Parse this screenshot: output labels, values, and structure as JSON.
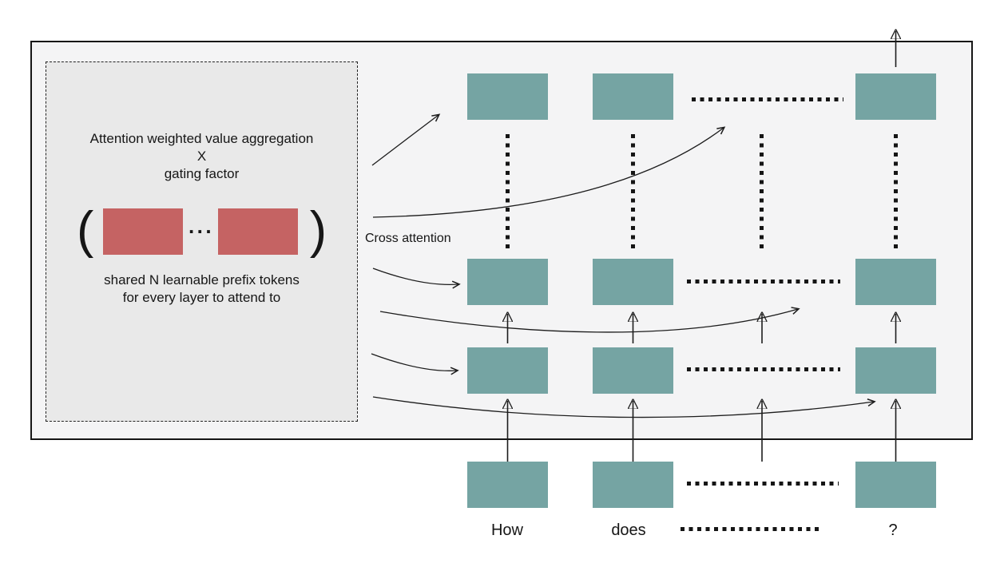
{
  "figure": {
    "panel": {
      "heading": {
        "line1": "Attention weighted value aggregation",
        "line2": "X",
        "line3": "gating factor"
      },
      "token_group": {
        "open_paren": "(",
        "ellipsis": "···",
        "close_paren": ")"
      },
      "caption": {
        "line1": "shared N learnable prefix tokens",
        "line2": "for every layer to attend to"
      }
    },
    "labels": {
      "cross_attention": "Cross attention"
    },
    "input_tokens": {
      "first": "How",
      "second": "does",
      "last": "?"
    },
    "colors": {
      "prefix_token": "#c56363",
      "hidden_state": "#75a4a3",
      "panel_bg": "#e9e9e9",
      "board_bg": "#f4f4f5",
      "line": "#1c1c1c"
    }
  }
}
